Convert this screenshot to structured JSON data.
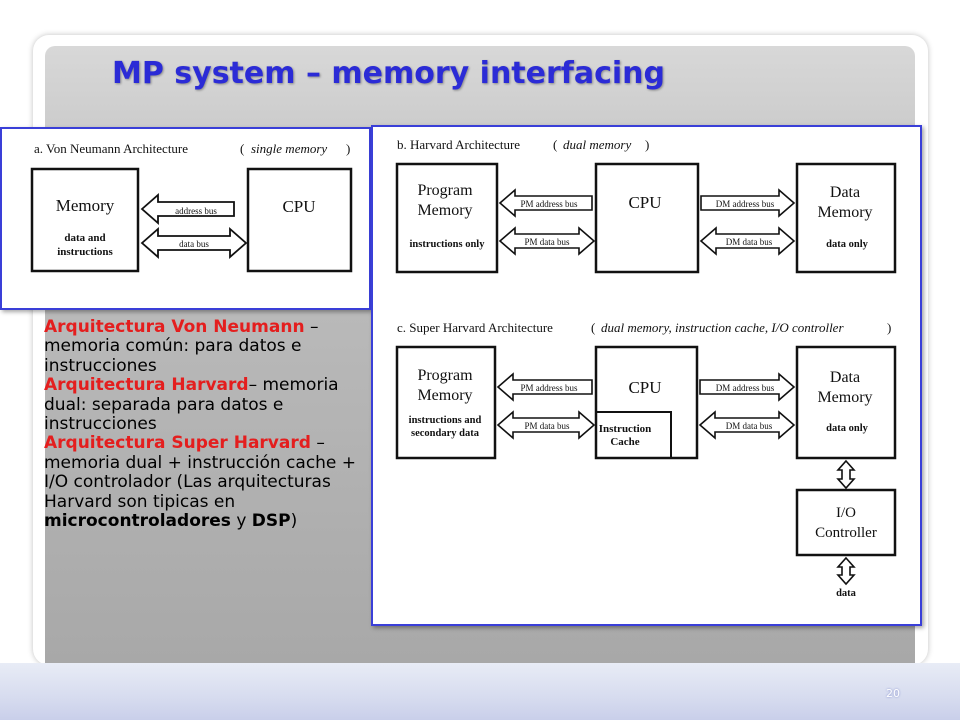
{
  "slide": {
    "title": "MP system – memory interfacing",
    "page_number": "20"
  },
  "diagram_a": {
    "caption_label": "a.  Von Neumann Architecture",
    "caption_paren_open": "(",
    "caption_italic": "single memory",
    "caption_paren_close": ")",
    "memory_title": "Memory",
    "memory_sub1": "data and",
    "memory_sub2": "instructions",
    "cpu": "CPU",
    "address_bus": "address bus",
    "data_bus": "data bus"
  },
  "diagram_b": {
    "caption_label": "b.  Harvard Architecture",
    "caption_paren_open": "(",
    "caption_italic": "dual memory",
    "caption_paren_close": ")",
    "program_memory_1": "Program",
    "program_memory_2": "Memory",
    "program_sub": "instructions only",
    "cpu": "CPU",
    "data_memory_1": "Data",
    "data_memory_2": "Memory",
    "data_sub": "data only",
    "pm_address_bus": "PM address bus",
    "pm_data_bus": "PM data bus",
    "dm_address_bus": "DM address bus",
    "dm_data_bus": "DM data bus"
  },
  "diagram_c": {
    "caption_label": "c.  Super Harvard Architecture",
    "caption_paren_open": "(",
    "caption_italic": "dual memory, instruction cache, I/O controller",
    "caption_paren_close": ")",
    "program_memory_1": "Program",
    "program_memory_2": "Memory",
    "program_sub1": "instructions and",
    "program_sub2": "secondary data",
    "cpu": "CPU",
    "cache_1": "Instruction",
    "cache_2": "Cache",
    "data_memory_1": "Data",
    "data_memory_2": "Memory",
    "data_sub": "data only",
    "io_1": "I/O",
    "io_2": "Controller",
    "io_data": "data",
    "pm_address_bus": "PM address bus",
    "pm_data_bus": "PM data bus",
    "dm_address_bus": "DM address bus",
    "dm_data_bus": "DM data bus"
  },
  "text": {
    "p1_red": "Arquitectura Von Neumann",
    "p1_rest": " – memoria común: para datos e instrucciones",
    "p2_red": "Arquitectura Harvard",
    "p2_rest": "– memoria dual: separada para datos e instrucciones",
    "p3_red": "Arquitectura Super Harvard",
    "p3_rest": " – memoria dual + instrucción cache + I/O controlador (Las arquitecturas Harvard  son tipicas en ",
    "p3_bold1": "microcontroladores",
    "p3_mid": " y ",
    "p3_bold2": "DSP",
    "p3_end": ")"
  },
  "colors": {
    "title": "#2b2bd6",
    "highlight": "#e41e1e",
    "diagram_border": "#3a3fd8"
  }
}
